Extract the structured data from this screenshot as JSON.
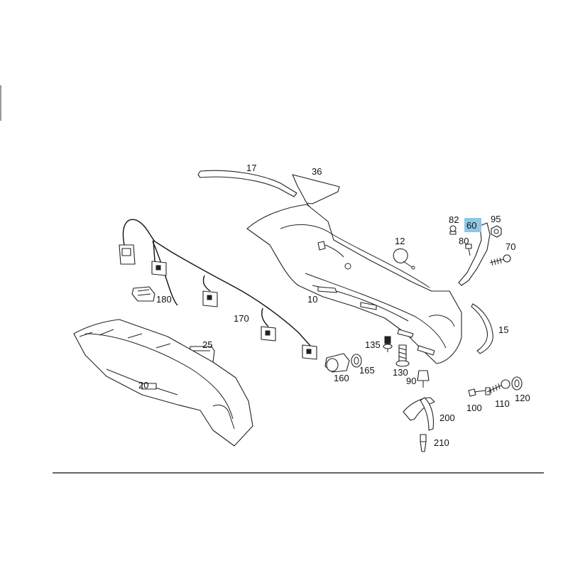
{
  "diagram": {
    "highlight_color": "#8fc7e3",
    "selected_callout": "60",
    "callouts": [
      {
        "id": "c17",
        "text": "17"
      },
      {
        "id": "c36",
        "text": "36"
      },
      {
        "id": "c82",
        "text": "82"
      },
      {
        "id": "c60",
        "text": "60"
      },
      {
        "id": "c95",
        "text": "95"
      },
      {
        "id": "c80",
        "text": "80"
      },
      {
        "id": "c70",
        "text": "70"
      },
      {
        "id": "c12",
        "text": "12"
      },
      {
        "id": "c180",
        "text": "180"
      },
      {
        "id": "c10",
        "text": "10"
      },
      {
        "id": "c15",
        "text": "15"
      },
      {
        "id": "c170",
        "text": "170"
      },
      {
        "id": "c25",
        "text": "25"
      },
      {
        "id": "c135",
        "text": "135"
      },
      {
        "id": "c165",
        "text": "165"
      },
      {
        "id": "c130",
        "text": "130"
      },
      {
        "id": "c160",
        "text": "160"
      },
      {
        "id": "c90",
        "text": "90"
      },
      {
        "id": "c20",
        "text": "20"
      },
      {
        "id": "c100",
        "text": "100"
      },
      {
        "id": "c110",
        "text": "110"
      },
      {
        "id": "c120",
        "text": "120"
      },
      {
        "id": "c200",
        "text": "200"
      },
      {
        "id": "c210",
        "text": "210"
      }
    ]
  }
}
